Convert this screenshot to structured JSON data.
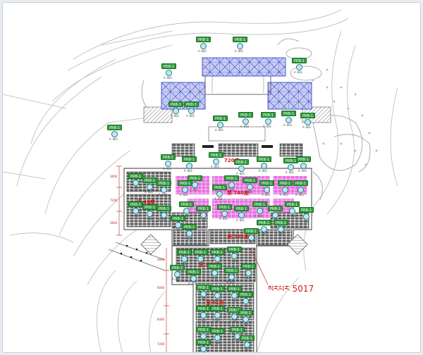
{
  "plan": {
    "stage_label": "720座",
    "main_hall_label": "榮 740座",
    "left_hall_label": "组 48座",
    "center_hall_label": "座 520座",
    "lower_hall_label": "室 815座",
    "bottom_hall_label": "室 51座",
    "total_label": "སརཔར 5017",
    "badge_text": "PRB-1",
    "camera_caption": "A-001",
    "dimension_labels": [
      "3600",
      "7200",
      "3600",
      "4800",
      "6000",
      "8400",
      "7200"
    ]
  },
  "colors": {
    "camera_badge": "#2e9c3c",
    "camera_icon": "#1a7f8a",
    "seating_highlight": "#e76ee0",
    "roof_grid": "#2c3cc7",
    "label_red": "#d01616"
  }
}
